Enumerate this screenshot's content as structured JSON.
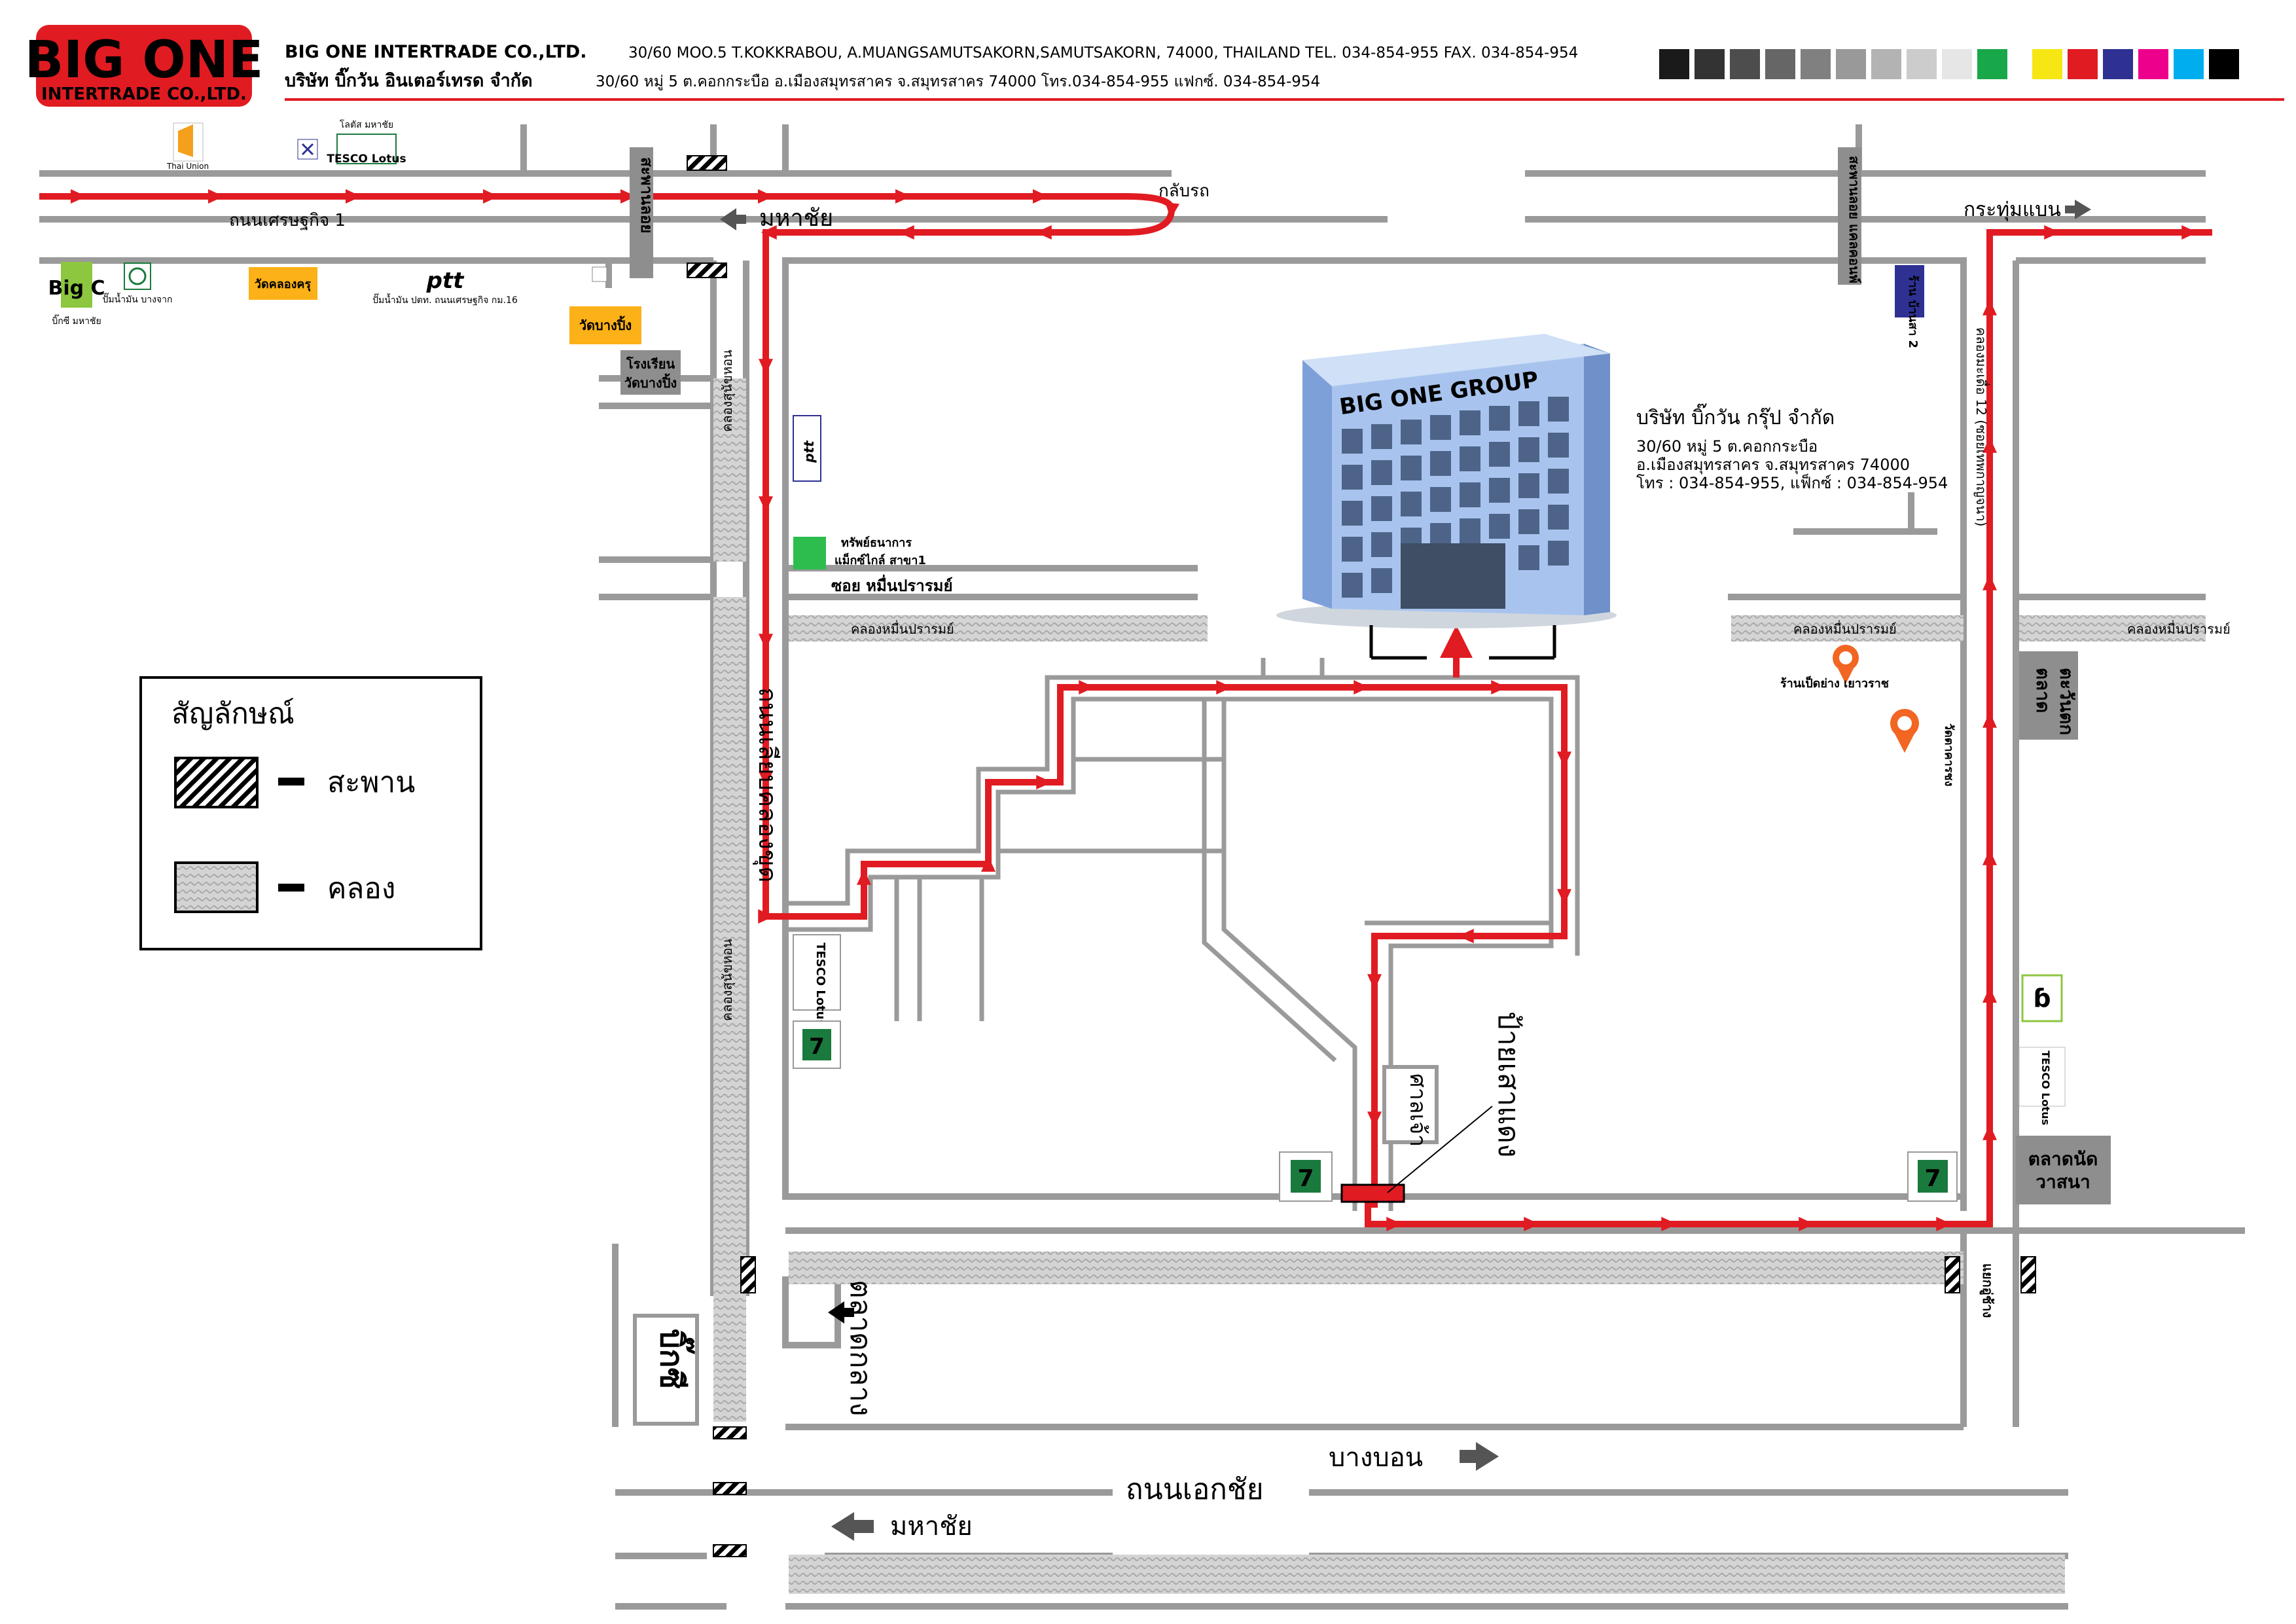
{
  "company": {
    "logo_line1": "BIG ONE",
    "logo_line2": "INTERTRADE CO.,LTD.",
    "name_en": "BIG ONE INTERTRADE CO.,LTD.",
    "address_en": "30/60 MOO.5 T.KOKKRABOU, A.MUANGSAMUTSAKORN,SAMUTSAKORN, 74000, THAILAND TEL. 034-854-955 FAX. 034-854-954",
    "name_th": "บริษัท บิ๊กวัน อินเตอร์เทรด จำกัด",
    "address_th": "30/60 หมู่ 5 ต.คอกกระบือ อ.เมืองสมุทรสาคร จ.สมุทรสาคร 74000 โทร.034-854-955 แฟกซ์. 034-854-954"
  },
  "color_swatches": [
    "#1a1a1a",
    "#333333",
    "#4d4d4d",
    "#666666",
    "#808080",
    "#999999",
    "#b3b3b3",
    "#cccccc",
    "#e6e6e6",
    "#18a84a",
    "#f5e614",
    "#e11b22",
    "#2e3192",
    "#ec008c",
    "#00aeef",
    "#000000"
  ],
  "colors": {
    "route": "#e11b22",
    "road": "#9a9a9a",
    "brand_red": "#e11b22",
    "marker_orange": "#f26522",
    "temple_yellow": "#fbb117",
    "box_gray": "#8e8e8e"
  },
  "building": {
    "sign": "BIG ONE GROUP",
    "name": "บริษัท บิ๊กวัน กรุ๊ป จำกัด",
    "address1": "30/60 หมู่ 5 ต.คอกกระบือ",
    "address2": "อ.เมืองสมุทรสาคร จ.สมุทรสาคร 74000",
    "phone": "โทร : 034-854-955, แฟ็กซ์ : 034-854-954"
  },
  "roads": {
    "setthakit_road": "ถนนเศรษฐกิจ 1",
    "mahachai_top": "มหาชัย",
    "u_turn": "กลับรถ",
    "krathum_baen": "กระทุ่มแบน",
    "ekachai_road": "ถนนเอกชัย",
    "bang_bon": "บางบอน",
    "mahachai_bottom": "มหาชัย",
    "khlong_khong_road": "ถนนเลียบคลองขุด",
    "soi_muen_pram": "ซอย หมื่นปรารมย์",
    "khlong_muen_pram": "คลองหมื่นปรารมย์",
    "khlong_side": "คลองสุนัขหอน",
    "soi_12": "คลองมะเดื่อ 12 (ซอยเทพกาญจนา)",
    "junction_right": "แยกอู่ช้าง"
  },
  "bridges": {
    "bridge_left": "สะพานลอย",
    "bridge_right": "สะพานลอย แคลคอนพ์"
  },
  "landmarks": {
    "thai_union": "Thai Union",
    "tesco_top": "TESCO Lotus",
    "lotus_label": "โลตัส มหาชัย",
    "big_c": "Big C",
    "big_c_label": "บิ๊กซี มหาชัย",
    "bangchak": "ปั๊มน้ำมัน บางจาก",
    "wat_khlong_khru": "วัดคลองครุ",
    "ptt_top": "ptt",
    "ptt_top_label": "ปั๊มน้ำมัน ปตท. ถนนเศรษฐกิจ กม.16",
    "wat_bang_ping": "วัดบางปิ้ง",
    "school_line1": "โรงเรียน",
    "school_line2": "วัดบางปิ้ง",
    "ptt_side": "ptt",
    "bank_line1": "ทรัพย์ธนาการ",
    "bank_line2": "แม็กซ์ไกล์ สาขา1",
    "shop_right": "ร้าน บ้านสา 2",
    "restaurant": "ร้านเป็ดย่าง เยาวราช",
    "police": "วัดตาคารชง",
    "temple_right_line1": "ตลาด",
    "temple_right_line2": "ตะวันตก",
    "market_line1": "ตลาดนัด",
    "market_line2": "วาสนา",
    "shrine": "ศาลเจ้า",
    "bus_stop": "ป้ายเสาแดง",
    "market_bottom": "ตลาดกลาง",
    "big_c_bottom": "บิ๊กซี",
    "seven_eleven": "7-ELEVEN",
    "tesco_side": "TESCO Lotus"
  },
  "legend": {
    "title": "สัญลักษณ์",
    "bridge_label": "สะพาน",
    "canal_label": "คลอง"
  }
}
